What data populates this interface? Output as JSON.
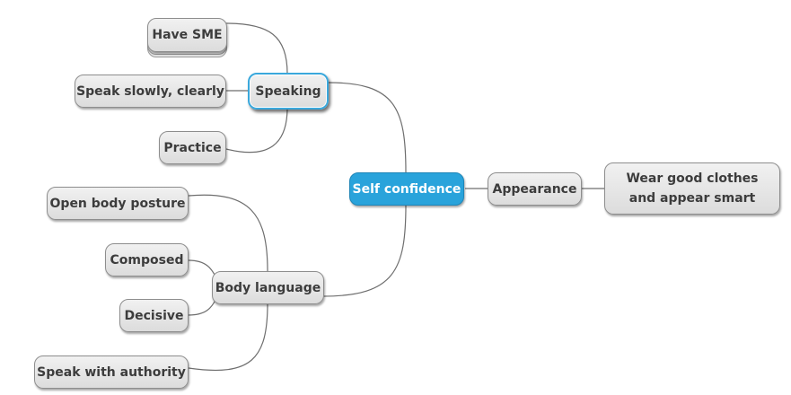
{
  "diagram": {
    "central": {
      "label": "Self confidence",
      "color": "#29a3db"
    },
    "speaking": {
      "label": "Speaking"
    },
    "have_sme": {
      "label": "Have SME"
    },
    "speak_slowly": {
      "label": "Speak slowly, clearly"
    },
    "practice": {
      "label": "Practice"
    },
    "body_language": {
      "label": "Body language"
    },
    "open_body_posture": {
      "label": "Open body posture"
    },
    "composed": {
      "label": "Composed"
    },
    "decisive": {
      "label": "Decisive"
    },
    "speak_with_authority": {
      "label": "Speak with authority"
    },
    "appearance": {
      "label": "Appearance"
    },
    "wear_good_clothes": {
      "label": "Wear good clothes and appear smart"
    }
  }
}
